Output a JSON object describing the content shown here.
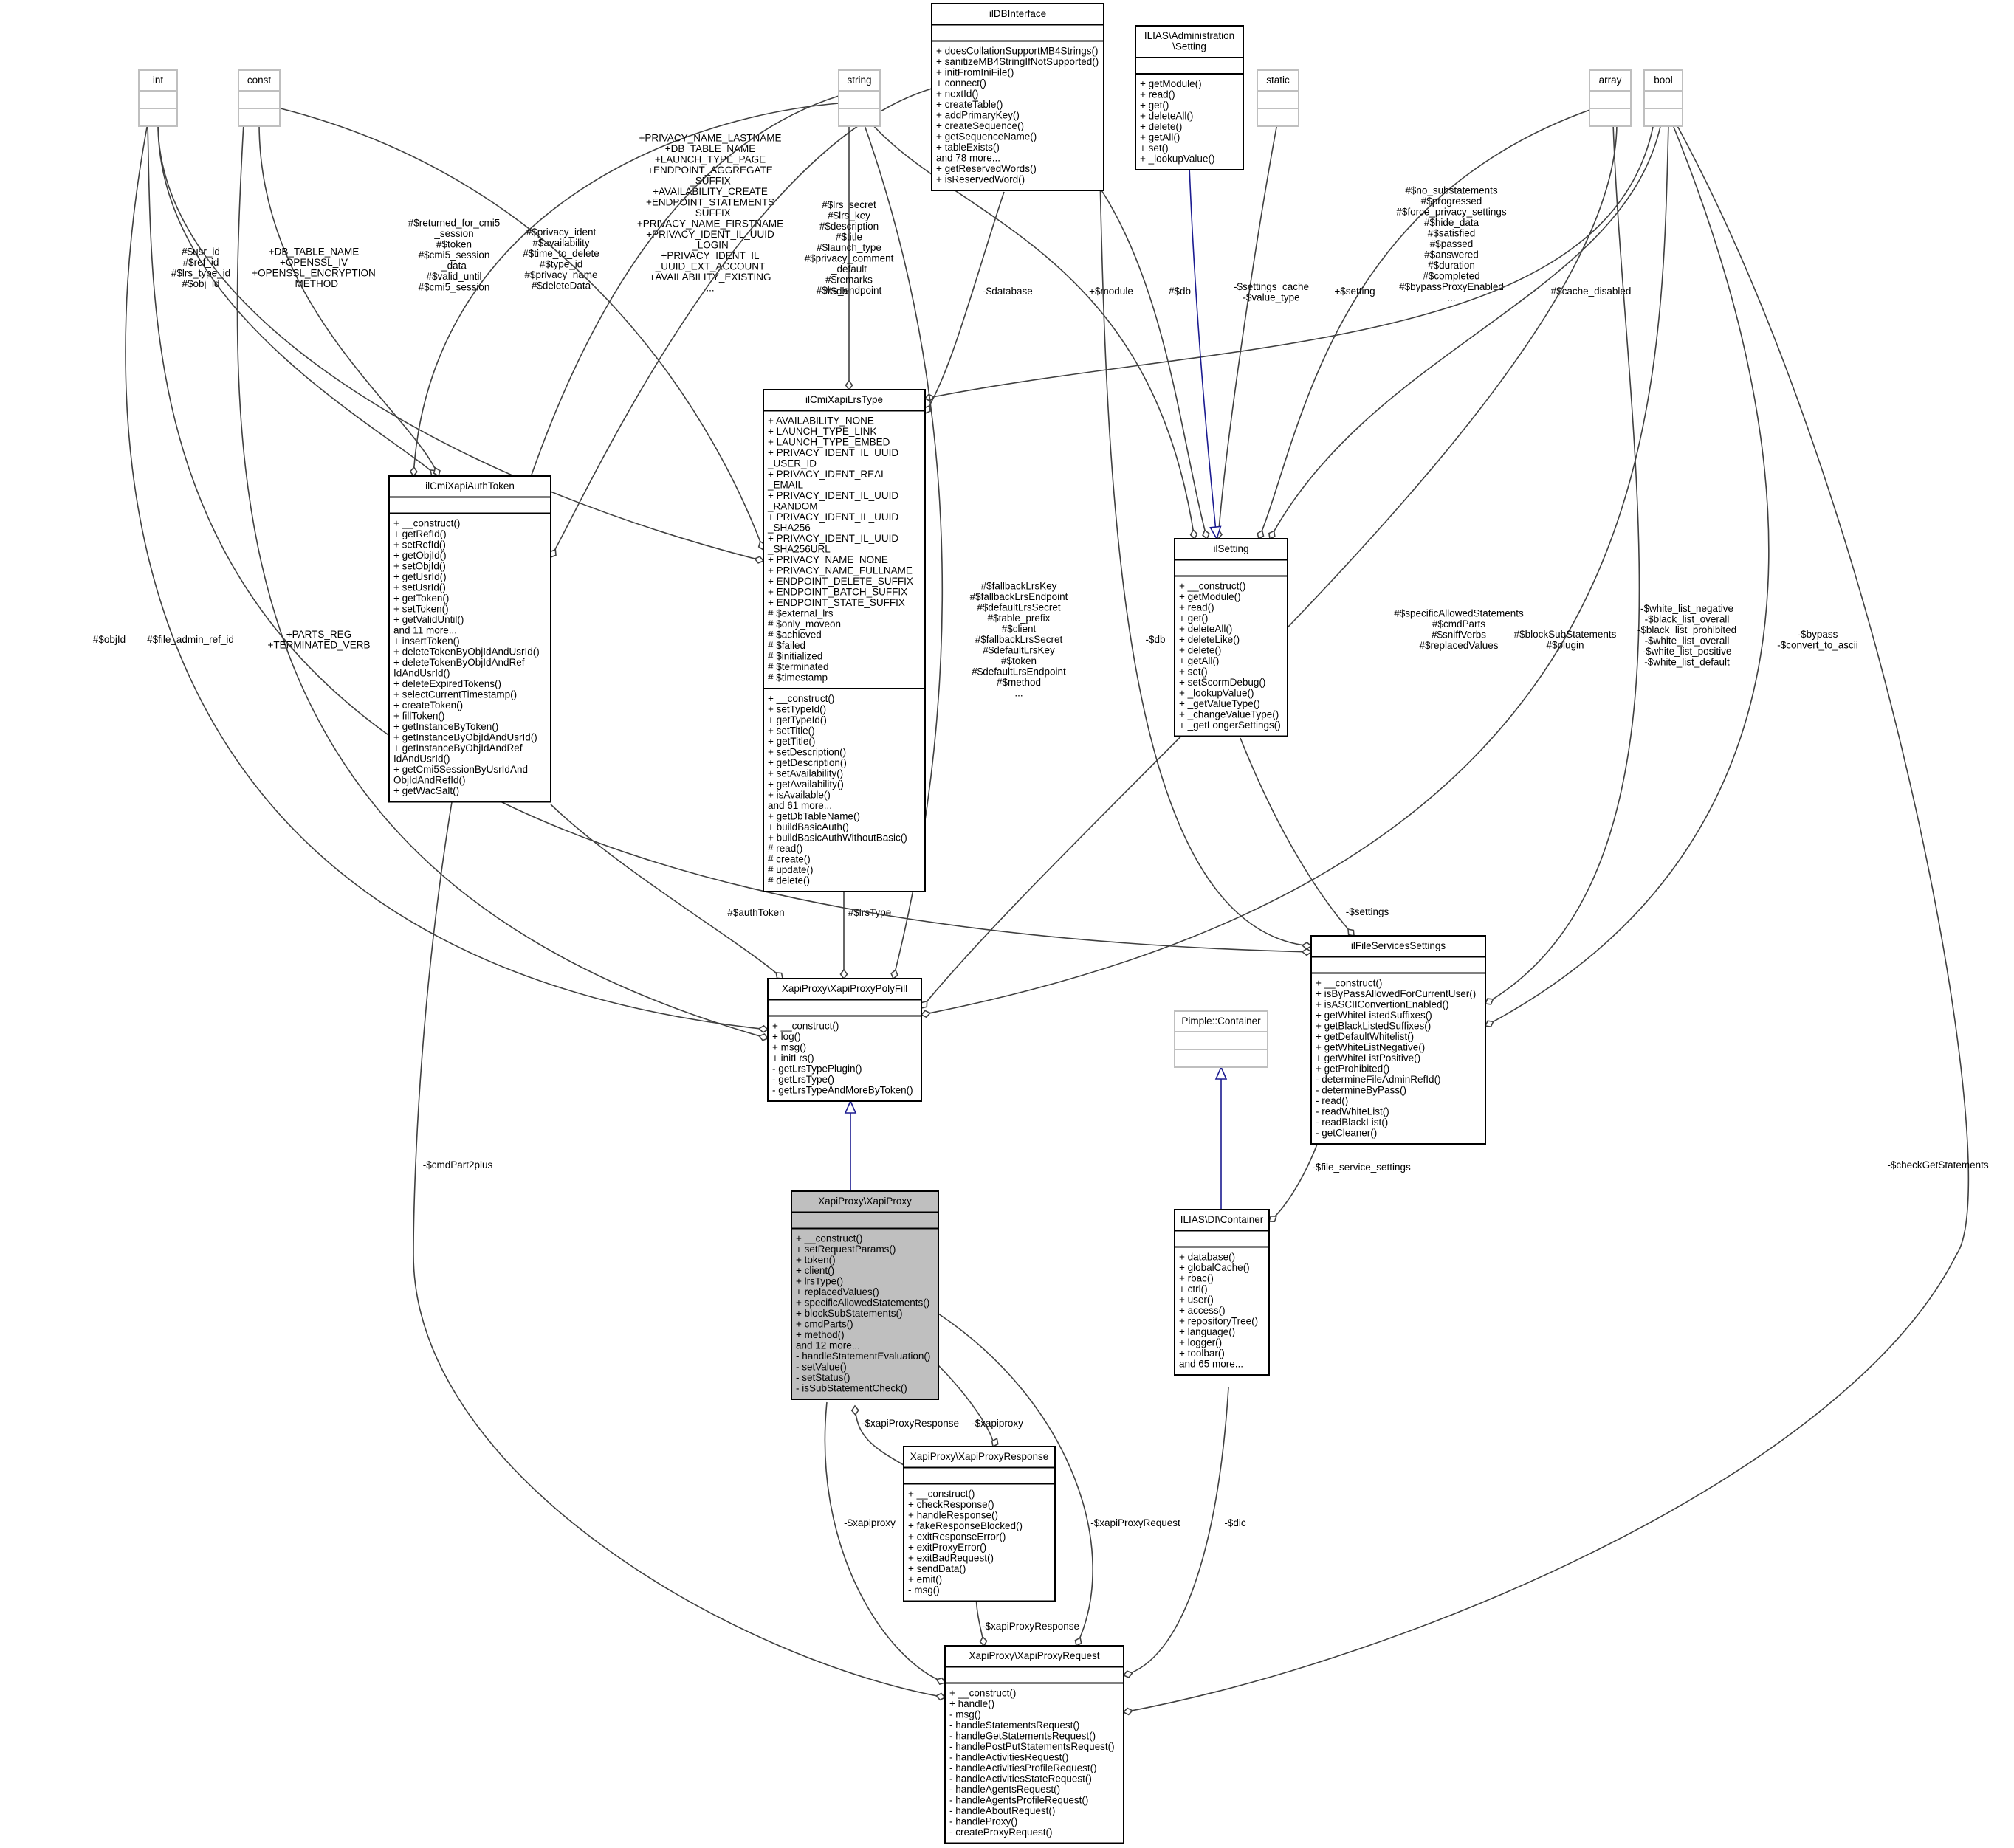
{
  "nodes": [
    {
      "id": "int",
      "title": [
        "int"
      ],
      "grey": true,
      "sections": [
        [],
        []
      ]
    },
    {
      "id": "const",
      "title": [
        "const"
      ],
      "grey": true,
      "sections": [
        [],
        []
      ]
    },
    {
      "id": "string",
      "title": [
        "string"
      ],
      "grey": true,
      "sections": [
        [],
        []
      ]
    },
    {
      "id": "static",
      "title": [
        "static"
      ],
      "grey": true,
      "sections": [
        [],
        []
      ]
    },
    {
      "id": "array",
      "title": [
        "array"
      ],
      "grey": true,
      "sections": [
        [],
        []
      ]
    },
    {
      "id": "bool",
      "title": [
        "bool"
      ],
      "grey": true,
      "sections": [
        [],
        []
      ]
    },
    {
      "id": "pimple",
      "title": [
        "Pimple::Container"
      ],
      "grey": true,
      "sections": [
        [],
        []
      ]
    },
    {
      "id": "ildb",
      "title": [
        "ilDBInterface"
      ],
      "sections": [
        [],
        [
          "+ doesCollationSupportMB4Strings()",
          "+ sanitizeMB4StringIfNotSupported()",
          "+ initFromIniFile()",
          "+ connect()",
          "+ nextId()",
          "+ createTable()",
          "+ addPrimaryKey()",
          "+ createSequence()",
          "+ getSequenceName()",
          "+ tableExists()",
          "and 78 more...",
          "+ getReservedWords()",
          "+ isReservedWord()"
        ]
      ]
    },
    {
      "id": "ilias_setting",
      "title": [
        "ILIAS\\Administration",
        "\\Setting"
      ],
      "sections": [
        [],
        [
          "+ getModule()",
          "+ read()",
          "+ get()",
          "+ deleteAll()",
          "+ delete()",
          "+ getAll()",
          "+ set()",
          "+ _lookupValue()"
        ]
      ]
    },
    {
      "id": "auth_token",
      "title": [
        "ilCmiXapiAuthToken"
      ],
      "sections": [
        [],
        [
          "+ __construct()",
          "+ getRefId()",
          "+ setRefId()",
          "+ getObjId()",
          "+ setObjId()",
          "+ getUsrId()",
          "+ setUsrId()",
          "+ getToken()",
          "+ setToken()",
          "+ getValidUntil()",
          "and 11 more...",
          "+ insertToken()",
          "+ deleteTokenByObjIdAndUsrId()",
          "+ deleteTokenByObjIdAndRef",
          "IdAndUsrId()",
          "+ deleteExpiredTokens()",
          "+ selectCurrentTimestamp()",
          "+ createToken()",
          "+ fillToken()",
          "+ getInstanceByToken()",
          "+ getInstanceByObjIdAndUsrId()",
          "+ getInstanceByObjIdAndRef",
          "IdAndUsrId()",
          "+ getCmi5SessionByUsrIdAnd",
          "ObjIdAndRefId()",
          "+ getWacSalt()"
        ]
      ]
    },
    {
      "id": "lrs_type",
      "title": [
        "ilCmiXapiLrsType"
      ],
      "sections": [
        [
          "+ AVAILABILITY_NONE",
          "+ LAUNCH_TYPE_LINK",
          "+ LAUNCH_TYPE_EMBED",
          "+ PRIVACY_IDENT_IL_UUID",
          "_USER_ID",
          "+ PRIVACY_IDENT_REAL",
          "_EMAIL",
          "+ PRIVACY_IDENT_IL_UUID",
          "_RANDOM",
          "+ PRIVACY_IDENT_IL_UUID",
          "_SHA256",
          "+ PRIVACY_IDENT_IL_UUID",
          "_SHA256URL",
          "+ PRIVACY_NAME_NONE",
          "+ PRIVACY_NAME_FULLNAME",
          "+ ENDPOINT_DELETE_SUFFIX",
          "+ ENDPOINT_BATCH_SUFFIX",
          "+ ENDPOINT_STATE_SUFFIX",
          "# $external_lrs",
          "# $only_moveon",
          "# $achieved",
          "# $failed",
          "# $initialized",
          "# $terminated",
          "# $timestamp"
        ],
        [
          "+ __construct()",
          "+ setTypeId()",
          "+ getTypeId()",
          "+ setTitle()",
          "+ getTitle()",
          "+ setDescription()",
          "+ getDescription()",
          "+ setAvailability()",
          "+ getAvailability()",
          "+ isAvailable()",
          "and 61 more...",
          "+ getDbTableName()",
          "+ buildBasicAuth()",
          "+ buildBasicAuthWithoutBasic()",
          "# read()",
          "# create()",
          "# update()",
          "# delete()"
        ]
      ]
    },
    {
      "id": "ilsetting",
      "title": [
        "ilSetting"
      ],
      "sections": [
        [],
        [
          "+ __construct()",
          "+ getModule()",
          "+ read()",
          "+ get()",
          "+ deleteAll()",
          "+ deleteLike()",
          "+ delete()",
          "+ getAll()",
          "+ set()",
          "+ setScormDebug()",
          "+ _lookupValue()",
          "+ _getValueType()",
          "+ _changeValueType()",
          "+ _getLongerSettings()"
        ]
      ]
    },
    {
      "id": "file_settings",
      "title": [
        "ilFileServicesSettings"
      ],
      "sections": [
        [],
        [
          "+ __construct()",
          "+ isByPassAllowedForCurrentUser()",
          "+ isASCIIConvertionEnabled()",
          "+ getWhiteListedSuffixes()",
          "+ getBlackListedSuffixes()",
          "+ getDefaultWhitelist()",
          "+ getWhiteListNegative()",
          "+ getWhiteListPositive()",
          "+ getProhibited()",
          "- determineFileAdminRefId()",
          "- determineByPass()",
          "- read()",
          "- readWhiteList()",
          "- readBlackList()",
          "- getCleaner()"
        ]
      ]
    },
    {
      "id": "polyfill",
      "title": [
        "XapiProxy\\XapiProxyPolyFill"
      ],
      "sections": [
        [],
        [
          "+ __construct()",
          "+ log()",
          "+ msg()",
          "+ initLrs()",
          "- getLrsTypePlugin()",
          "- getLrsType()",
          "- getLrsTypeAndMoreByToken()"
        ]
      ]
    },
    {
      "id": "xapiproxy",
      "title": [
        "XapiProxy\\XapiProxy"
      ],
      "highlight": true,
      "sections": [
        [],
        [
          "+ __construct()",
          "+ setRequestParams()",
          "+ token()",
          "+ client()",
          "+ lrsType()",
          "+ replacedValues()",
          "+ specificAllowedStatements()",
          "+ blockSubStatements()",
          "+ cmdParts()",
          "+ method()",
          "and 12 more...",
          "- handleStatementEvaluation()",
          "- setValue()",
          "- setStatus()",
          "- isSubStatementCheck()"
        ]
      ]
    },
    {
      "id": "di_container",
      "title": [
        "ILIAS\\DI\\Container"
      ],
      "sections": [
        [],
        [
          "+ database()",
          "+ globalCache()",
          "+ rbac()",
          "+ ctrl()",
          "+ user()",
          "+ access()",
          "+ repositoryTree()",
          "+ language()",
          "+ logger()",
          "+ toolbar()",
          "and 65 more..."
        ]
      ]
    },
    {
      "id": "proxy_response",
      "title": [
        "XapiProxy\\XapiProxyResponse"
      ],
      "sections": [
        [],
        [
          "+ __construct()",
          "+ checkResponse()",
          "+ handleResponse()",
          "+ fakeResponseBlocked()",
          "+ exitResponseError()",
          "+ exitProxyError()",
          "+ exitBadRequest()",
          "+ sendData()",
          "+ emit()",
          "- msg()"
        ]
      ]
    },
    {
      "id": "proxy_request",
      "title": [
        "XapiProxy\\XapiProxyRequest"
      ],
      "sections": [
        [],
        [
          "+ __construct()",
          "+ handle()",
          "- msg()",
          "- handleStatementsRequest()",
          "- handleGetStatementsRequest()",
          "- handlePostPutStatementsRequest()",
          "- handleActivitiesRequest()",
          "- handleActivitiesProfileRequest()",
          "- handleActivitiesStateRequest()",
          "- handleAgentsRequest()",
          "- handleAgentsProfileRequest()",
          "- handleAboutRequest()",
          "- handleProxy()",
          "- createProxyRequest()"
        ]
      ]
    }
  ],
  "edges": [
    {
      "id": "e_int_auth",
      "label": [
        "#$usr_id",
        "#$ref_id",
        "#$lrs_type_id",
        "#$obj_id"
      ]
    },
    {
      "id": "e_const_auth",
      "label": [
        "+DB_TABLE_NAME",
        "+OPENSSL_IV",
        "+OPENSSL_ENCRYPTION",
        "_METHOD"
      ]
    },
    {
      "id": "e_string_auth",
      "label": [
        "#$returned_for_cmi5",
        "_session",
        "#$token",
        "#$cmi5_session",
        "_data",
        "#$valid_until",
        "#$cmi5_session"
      ]
    },
    {
      "id": "e_int_lrs",
      "label": [
        "#$privacy_ident",
        "#$availability",
        "#$time_to_delete",
        "#$type_id",
        "#$privacy_name",
        "#$deleteData"
      ]
    },
    {
      "id": "e_const_lrs",
      "label": [
        "+PRIVACY_NAME_LASTNAME",
        "+DB_TABLE_NAME",
        "+LAUNCH_TYPE_PAGE",
        "+ENDPOINT_AGGREGATE",
        "_SUFFIX",
        "+AVAILABILITY_CREATE",
        "+ENDPOINT_STATEMENTS",
        "_SUFFIX",
        "+PRIVACY_NAME_FIRSTNAME",
        "+PRIVACY_IDENT_IL_UUID",
        "_LOGIN",
        "+PRIVACY_IDENT_IL",
        "_UUID_EXT_ACCOUNT",
        "+AVAILABILITY_EXISTING",
        "..."
      ]
    },
    {
      "id": "e_string_lrs",
      "label": [
        "#$lrs_secret",
        "#$lrs_key",
        "#$description",
        "#$title",
        "#$launch_type",
        "#$privacy_comment",
        "_default",
        "#$remarks",
        "#$lrs_endpoint"
      ]
    },
    {
      "id": "e_db_auth",
      "label": [
        "#$db"
      ]
    },
    {
      "id": "e_db_lrs",
      "label": [
        "-$database"
      ]
    },
    {
      "id": "e_string_setting",
      "label": [
        "+$module"
      ]
    },
    {
      "id": "e_db_setting",
      "label": [
        "#$db"
      ]
    },
    {
      "id": "e_static_setting",
      "label": [
        "-$settings_cache",
        "-$value_type"
      ]
    },
    {
      "id": "e_array_setting",
      "label": [
        "+$setting"
      ]
    },
    {
      "id": "e_bool_setting",
      "label": [
        "#$no_substatements",
        "#$progressed",
        "#$force_privacy_settings",
        "#$hide_data",
        "#$satisfied",
        "#$passed",
        "#$answered",
        "#$duration",
        "#$completed",
        "#$bypassProxyEnabled",
        "..."
      ]
    },
    {
      "id": "e_bool_lrs",
      "label": [
        "#$cache_disabled"
      ]
    },
    {
      "id": "e_ilias_setting_inh",
      "label": []
    },
    {
      "id": "e_int_poly",
      "label": [
        "#$objId"
      ]
    },
    {
      "id": "e_const_poly",
      "label": [
        "+PARTS_REG",
        "+TERMINATED_VERB"
      ]
    },
    {
      "id": "e_string_poly",
      "label": [
        "#$fallbackLrsKey",
        "#$fallbackLrsEndpoint",
        "#$defaultLrsSecret",
        "#$table_prefix",
        "#$client",
        "#$fallbackLrsSecret",
        "#$defaultLrsKey",
        "#$token",
        "#$defaultLrsEndpoint",
        "#$method",
        "..."
      ]
    },
    {
      "id": "e_auth_poly",
      "label": [
        "#$authToken"
      ]
    },
    {
      "id": "e_lrs_poly",
      "label": [
        "#$lrsType"
      ]
    },
    {
      "id": "e_array_poly",
      "label": [
        "#$specificAllowedStatements",
        "#$cmdParts",
        "#$sniffVerbs",
        "#$replacedValues"
      ]
    },
    {
      "id": "e_bool_poly",
      "label": [
        "#$blockSubStatements",
        "#$plugin"
      ]
    },
    {
      "id": "e_int_file",
      "label": [
        "#$file_admin_ref_id"
      ]
    },
    {
      "id": "e_db_file",
      "label": [
        "-$db"
      ]
    },
    {
      "id": "e_setting_file",
      "label": [
        "-$settings"
      ]
    },
    {
      "id": "e_array_file",
      "label": [
        "-$white_list_negative",
        "-$black_list_overall",
        "-$black_list_prohibited",
        "-$white_list_overall",
        "-$white_list_positive",
        "-$white_list_default"
      ]
    },
    {
      "id": "e_bool_file",
      "label": [
        "-$bypass",
        "-$convert_to_ascii"
      ]
    },
    {
      "id": "e_poly_inh",
      "label": []
    },
    {
      "id": "e_pimple_inh",
      "label": []
    },
    {
      "id": "e_file_di",
      "label": [
        "-$file_service_settings"
      ]
    },
    {
      "id": "e_proxy_resp_a",
      "label": [
        "-$xapiProxyResponse"
      ]
    },
    {
      "id": "e_proxy_resp_b",
      "label": [
        "-$xapiproxy"
      ]
    },
    {
      "id": "e_string_req",
      "label": [
        "-$cmdPart2plus"
      ]
    },
    {
      "id": "e_proxy_req",
      "label": [
        "-$xapiproxy"
      ]
    },
    {
      "id": "e_proxy_req2",
      "label": [
        "-$xapiProxyRequest"
      ]
    },
    {
      "id": "e_resp_req",
      "label": [
        "-$xapiProxyResponse"
      ]
    },
    {
      "id": "e_di_req",
      "label": [
        "-$dic"
      ]
    },
    {
      "id": "e_bool_req",
      "label": [
        "-$checkGetStatements"
      ]
    }
  ]
}
